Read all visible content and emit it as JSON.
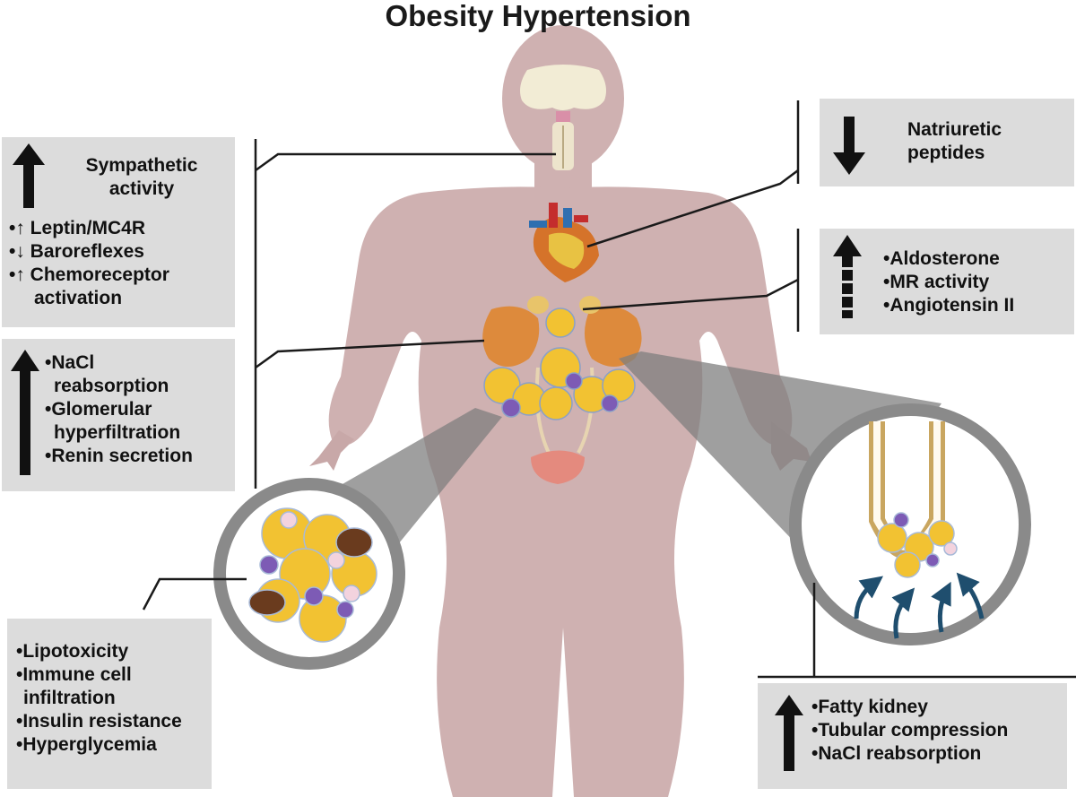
{
  "title": "Obesity Hypertension",
  "sympathetic": {
    "heading_1": "Sympathetic",
    "heading_2": "activity",
    "items": [
      "•↑ Leptin/MC4R",
      "•↓ Baroreflexes",
      "•↑ Chemoreceptor",
      "activation"
    ]
  },
  "kidney_function": {
    "items": [
      "•NaCl",
      "reabsorption",
      "•Glomerular",
      "hyperfiltration",
      "•Renin secretion"
    ]
  },
  "adipose": {
    "items": [
      "•Lipotoxicity",
      "•Immune cell",
      "infiltration",
      "•Insulin resistance",
      "•Hyperglycemia"
    ]
  },
  "natriuretic": {
    "line_1": "Natriuretic",
    "line_2": "peptides"
  },
  "hormones": {
    "items": [
      "•Aldosterone",
      "•MR activity",
      "•Angiotensin II"
    ]
  },
  "fatty_kidney": {
    "items": [
      "•Fatty kidney",
      "•Tubular compression",
      "•NaCl reabsorption"
    ]
  },
  "colors": {
    "body": "#cfb1b1",
    "box": "#dcdcdc",
    "arrow": "#111111",
    "lens": "#7f7f7f",
    "adipocyte": "#f2c232",
    "nucleus": "#7d5bb5",
    "blue_arrow": "#1f4e6e"
  }
}
